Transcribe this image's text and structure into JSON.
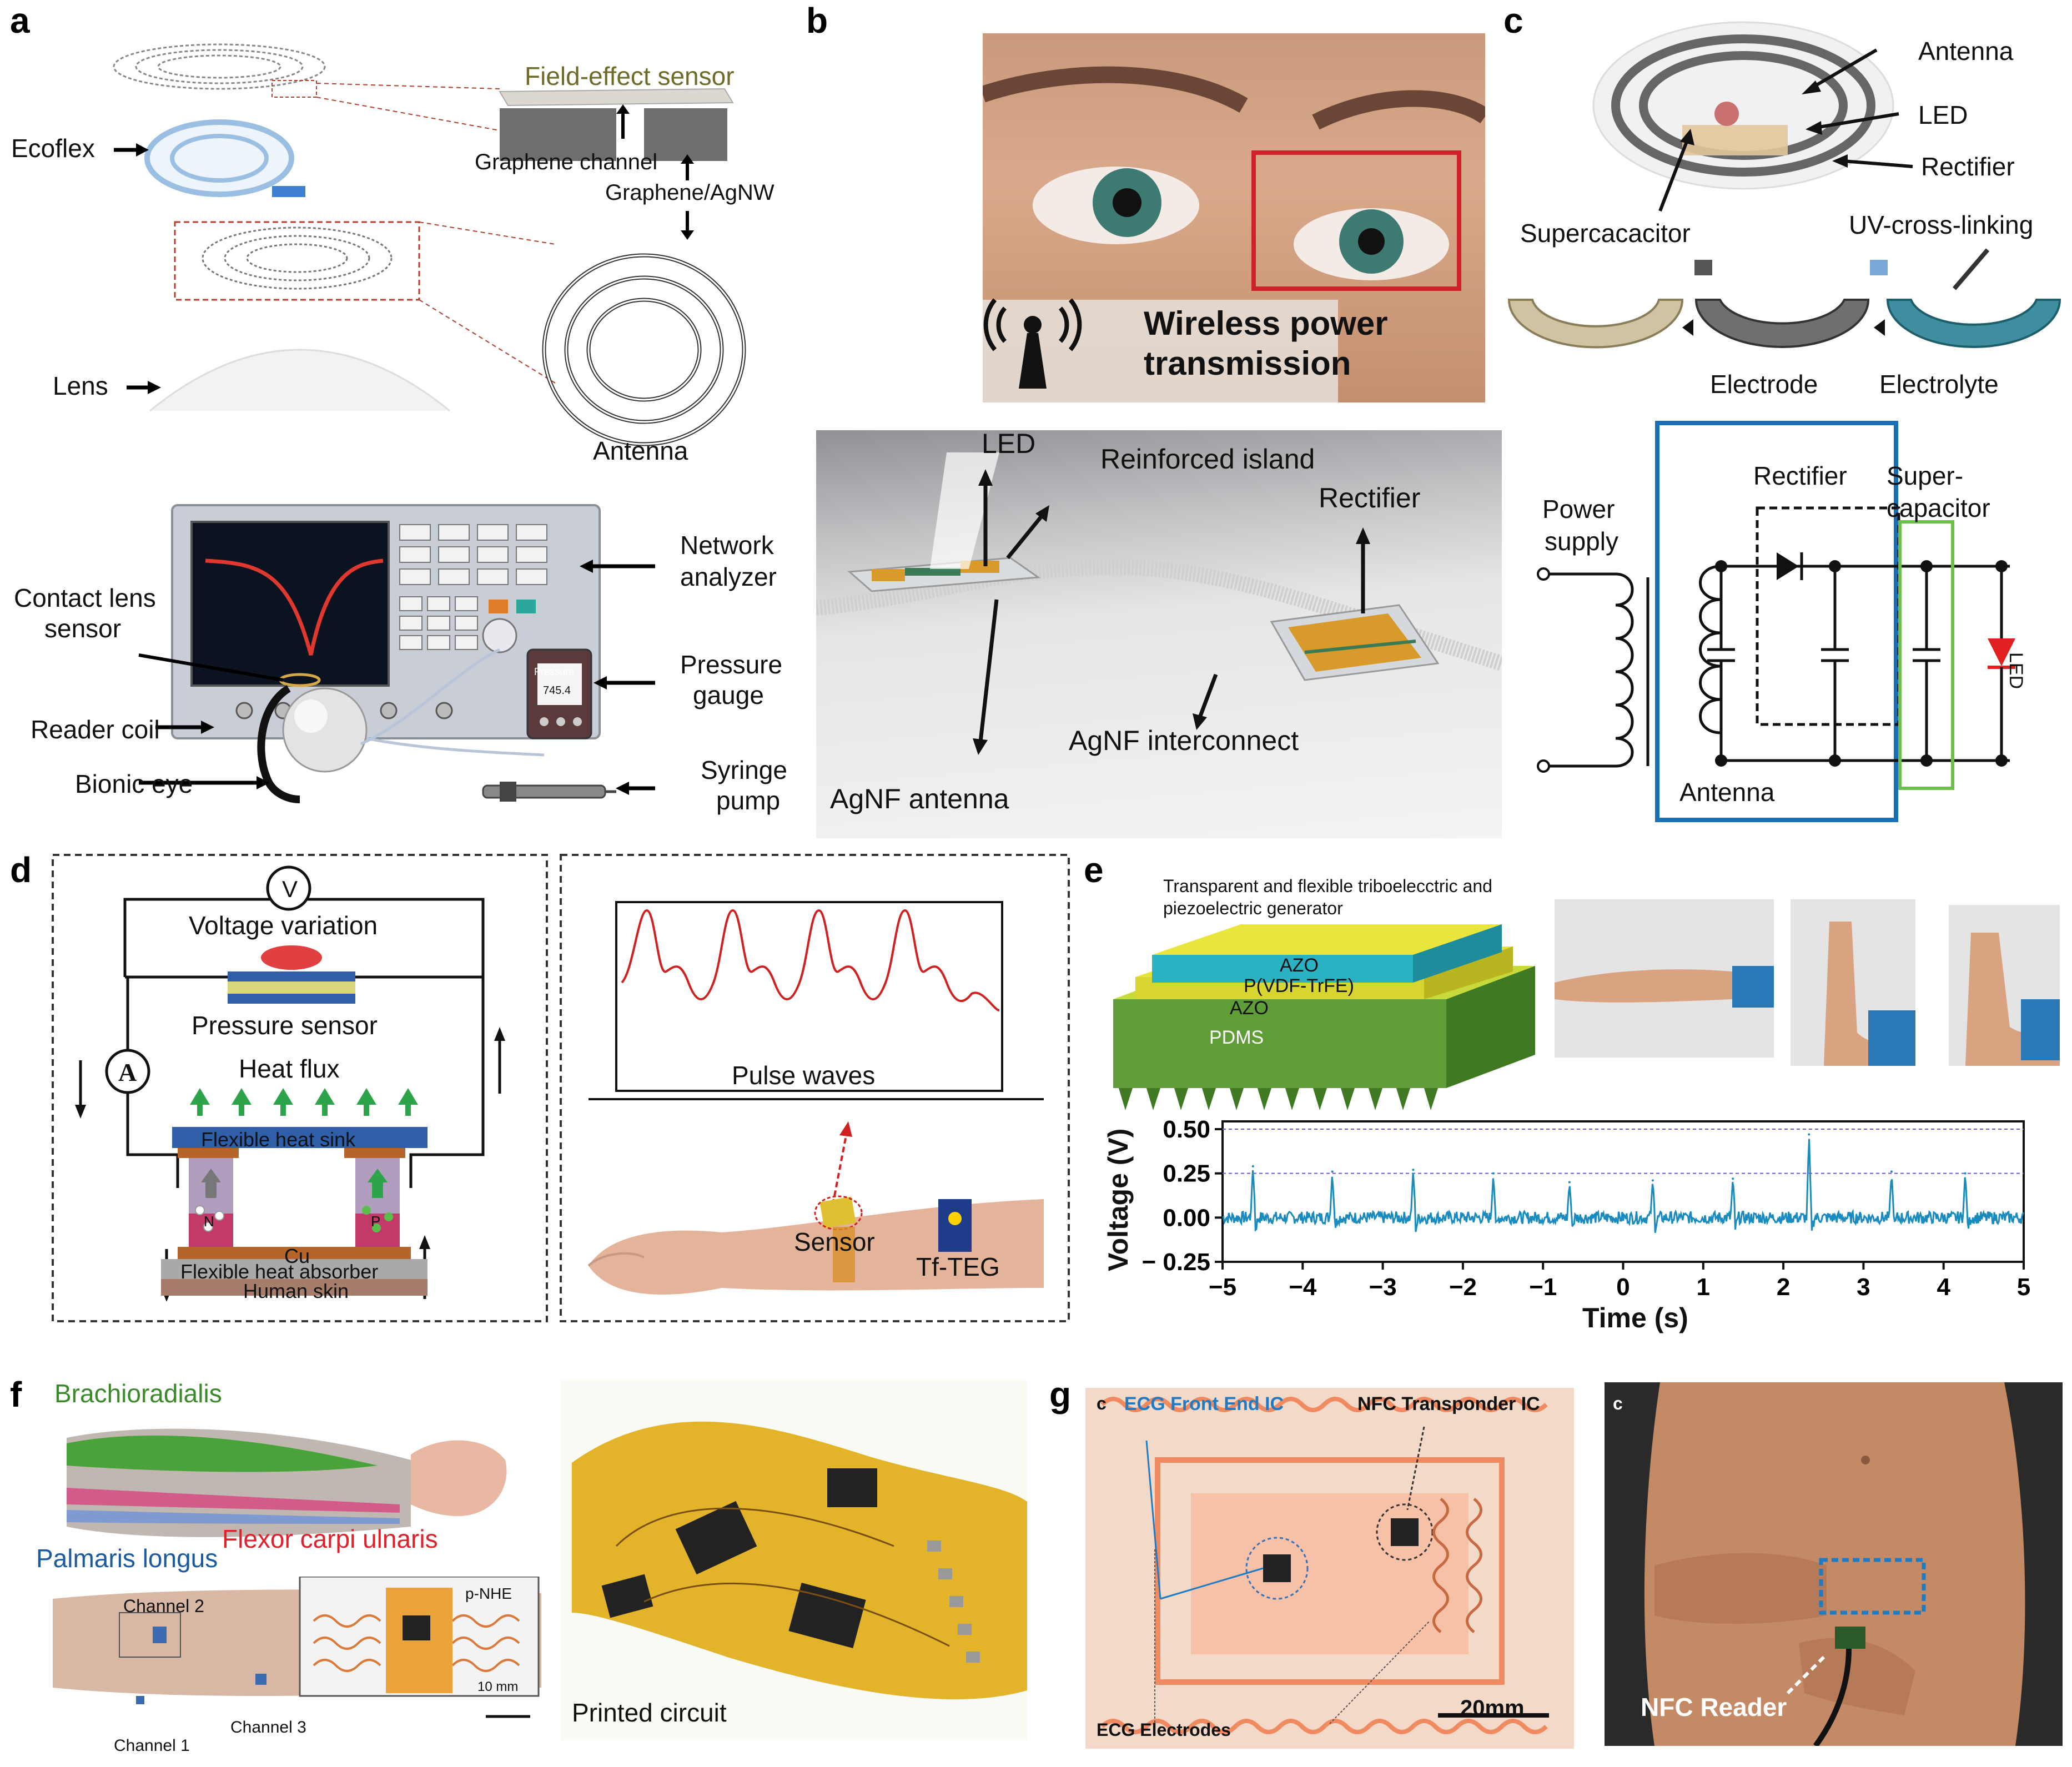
{
  "panels": {
    "a": {
      "letter": "a",
      "labels": {
        "field_effect_sensor": "Field-effect sensor",
        "ecoflex": "Ecoflex",
        "graphene_channel": "Graphene channel",
        "graphene_agnw": "Graphene/AgNW",
        "lens": "Lens",
        "antenna": "Antenna",
        "network_analyzer_1": "Network",
        "network_analyzer_2": "analyzer",
        "contact_lens_sensor_1": "Contact lens",
        "contact_lens_sensor_2": "sensor",
        "pressure_gauge_1": "Pressure",
        "pressure_gauge_2": "gauge",
        "reader_coil": "Reader coil",
        "bionic_eye": "Bionic eye",
        "syringe_pump_1": "Syringe",
        "syringe_pump_2": "pump",
        "gauge_title": "Pressure",
        "gauge_value": "745.4"
      }
    },
    "b": {
      "letter": "b",
      "labels": {
        "wireless_1": "Wireless power",
        "wireless_2": "transmission",
        "led": "LED",
        "reinforced_island": "Reinforced island",
        "rectifier": "Rectifier",
        "agnf_interconnect": "AgNF interconnect",
        "agnf_antenna": "AgNF antenna"
      }
    },
    "c": {
      "letter": "c",
      "labels": {
        "antenna": "Antenna",
        "led": "LED",
        "rectifier": "Rectifier",
        "supercapacitor_top": "Supercacacitor",
        "uv_crosslinking": "UV-cross-linking",
        "electrode": "Electrode",
        "electrolyte": "Electrolyte",
        "power_supply_1": "Power",
        "power_supply_2": "supply",
        "circuit_rectifier": "Rectifier",
        "super_1": "Super-",
        "super_2": "capacitor",
        "circuit_antenna": "Antenna",
        "circuit_led": "LED"
      },
      "colors": {
        "box": "#1b6fb5",
        "supercap_box": "#6cc04a",
        "led": "#e02020"
      }
    },
    "d": {
      "letter": "d",
      "labels": {
        "voltmeter": "V",
        "ammeter": "A",
        "voltage_variation": "Voltage variation",
        "pressure_sensor": "Pressure sensor",
        "heat_flux": "Heat flux",
        "heat_sink": "Flexible heat sink",
        "n": "N",
        "p": "P",
        "cu": "Cu",
        "heat_absorber": "Flexible heat absorber",
        "human_skin": "Human skin",
        "pulse_waves": "Pulse waves",
        "sensor": "Sensor",
        "tf_teg": "Tf-TEG"
      }
    },
    "e": {
      "letter": "e",
      "labels": {
        "title_1": "Transparent and flexible triboelecctric and",
        "title_2": "piezoelectric generator",
        "azo_top": "AZO",
        "pvdf": "P(VDF-TrFE)",
        "azo_bottom": "AZO",
        "pdms": "PDMS"
      }
    },
    "f": {
      "letter": "f",
      "labels": {
        "brachioradialis": "Brachioradialis",
        "flexor": "Flexor carpi ulnaris",
        "palmaris": "Palmaris longus",
        "channel_1": "Channel 1",
        "channel_2": "Channel 2",
        "channel_3": "Channel 3",
        "p_nhe": "p-NHE",
        "scale": "10 mm",
        "printed_circuit": "Printed circuit"
      },
      "colors": {
        "brachioradialis": "#3a8a2a",
        "flexor": "#e0202a",
        "palmaris": "#1c5aa0"
      }
    },
    "g": {
      "letter": "g",
      "labels": {
        "sub_c_left": "c",
        "ecg_front_end": "ECG Front End IC",
        "nfc_transponder": "NFC Transponder IC",
        "ecg_electrodes": "ECG Electrodes",
        "scale": "20mm",
        "sub_c_right": "c",
        "nfc_reader": "NFC Reader"
      },
      "colors": {
        "ecg_front_end": "#1e7bc4"
      }
    }
  },
  "chart_data": {
    "type": "line",
    "xlabel": "Time (s)",
    "ylabel": "Voltage (V)",
    "xlim": [
      -5,
      5
    ],
    "ylim": [
      -0.25,
      0.5
    ],
    "xticks": [
      "−5",
      "−4",
      "−3",
      "−2",
      "−1",
      "0",
      "1",
      "2",
      "3",
      "4",
      "5"
    ],
    "yticks": [
      "0.50",
      "0.25",
      "0.00",
      "− 0.25"
    ],
    "ref_lines": [
      0.5,
      0.25
    ],
    "line_color": "#1a8bbf",
    "peaks": [
      {
        "x": -4.62,
        "y": 0.29
      },
      {
        "x": -3.63,
        "y": 0.26
      },
      {
        "x": -2.62,
        "y": 0.27
      },
      {
        "x": -1.62,
        "y": 0.25
      },
      {
        "x": -0.67,
        "y": 0.2
      },
      {
        "x": 0.37,
        "y": 0.21
      },
      {
        "x": 1.37,
        "y": 0.22
      },
      {
        "x": 2.32,
        "y": 0.47
      },
      {
        "x": 3.35,
        "y": 0.26
      },
      {
        "x": 4.27,
        "y": 0.25
      }
    ]
  }
}
